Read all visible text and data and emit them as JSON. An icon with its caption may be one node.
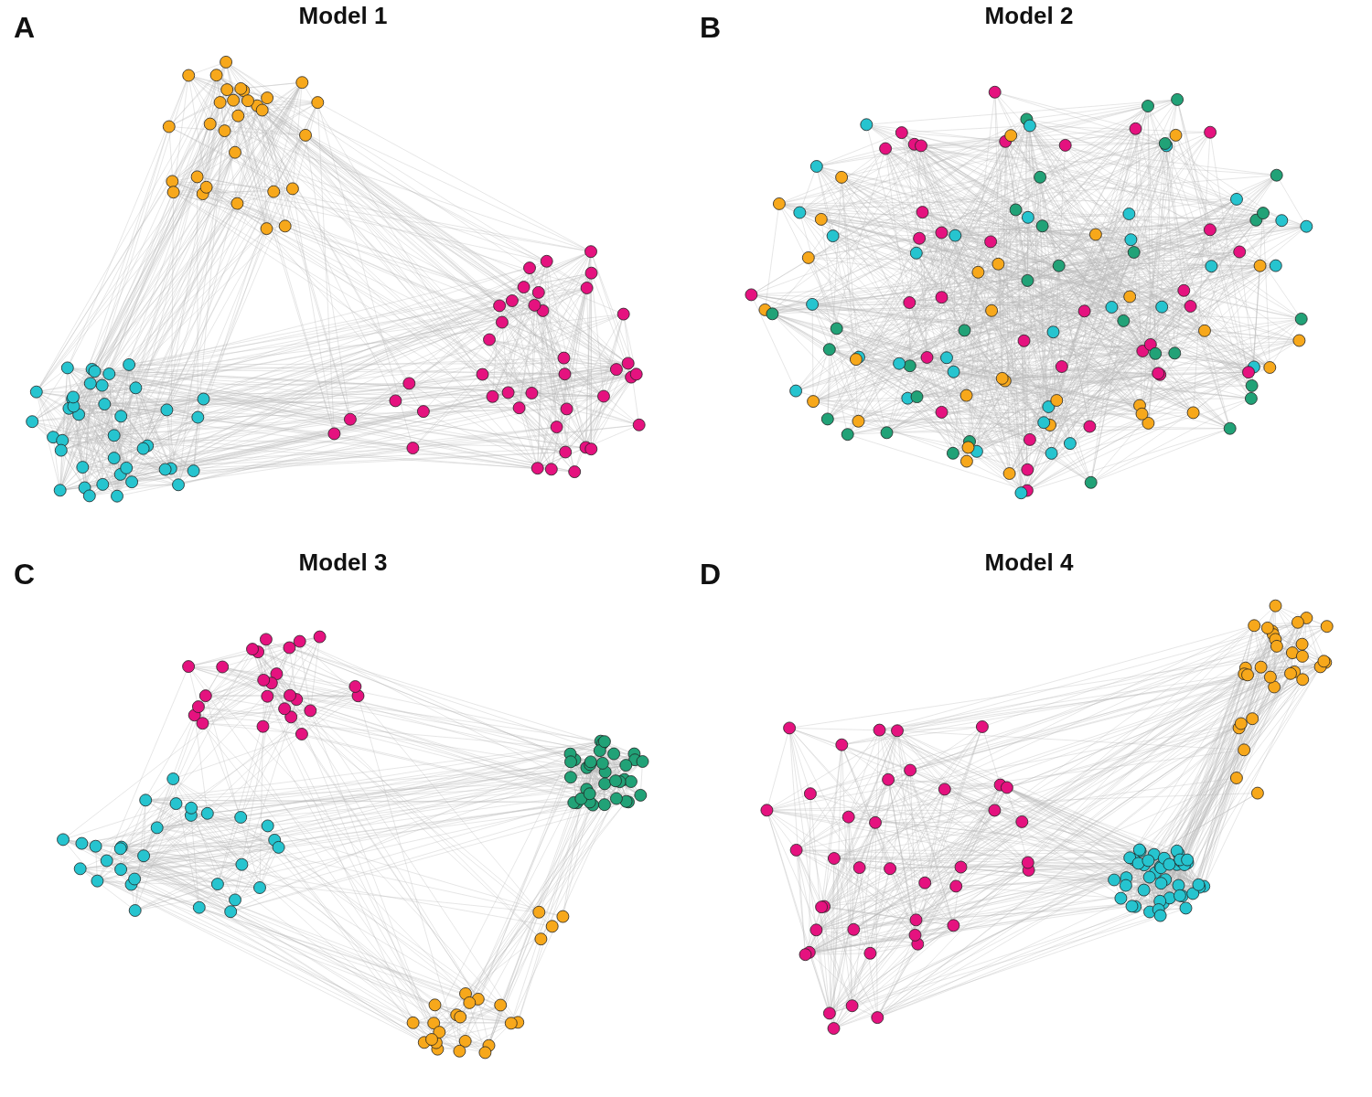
{
  "diagram": {
    "labels": [
      "A",
      "Model 1",
      "B",
      "Model 2",
      "C",
      "Model 3",
      "D",
      "Model 4"
    ]
  }
}
